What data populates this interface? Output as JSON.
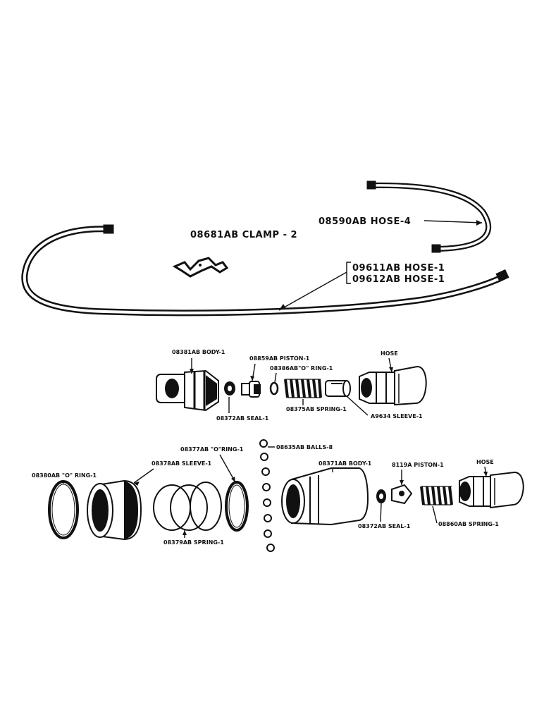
{
  "labels": {
    "clamp": "08681AB CLAMP - 2",
    "hose4": "08590AB HOSE-4",
    "hose1a": "09611AB HOSE-1",
    "hose1b": "09612AB HOSE-1",
    "body1": "08381AB BODY-1",
    "piston1": "08859AB PISTON-1",
    "oring1": "08386AB\"O\" RING-1",
    "hose_upper": "HOSE",
    "seal1": "08372AB SEAL-1",
    "spring1": "08375AB SPRING-1",
    "sleeve_a9634": "A9634 SLEEVE-1",
    "oring_08377": "08377AB \"O\"RING-1",
    "balls": "08635AB BALLS-8",
    "sleeve_08378": "08378AB SLEEVE-1",
    "body_08371": "08371AB BODY-1",
    "piston_8119": "8119A PISTON-1",
    "hose_lower": "HOSE",
    "oring_08380": "08380AB \"O\" RING-1",
    "spring_08379": "08379AB SPRING-1",
    "seal_lower": "08372AB SEAL-1",
    "spring_08860": "08860AB SPRING-1"
  },
  "icons": {
    "clamp": "clamp-icon",
    "hose": "hose-icon",
    "ball": "ball-bearing-icon"
  }
}
